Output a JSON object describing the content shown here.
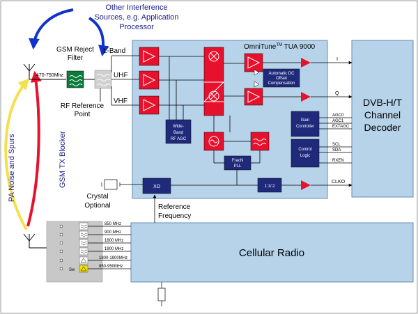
{
  "interference": {
    "line1": "Other Interference",
    "line2": "Sources, e.g. Application",
    "line3": "Processor"
  },
  "gsm_filter": {
    "line1": "GSM Reject",
    "line2": "Filter"
  },
  "freq_range": "470-750Mhz",
  "rf_reference": {
    "line1": "RF Reference",
    "line2": "Point"
  },
  "side_labels": {
    "pa_noise": "PA Noise and Spurs",
    "gsm_tx": "GSM TX Blocker"
  },
  "crystal": {
    "line1": "Crystal",
    "line2": "Optional"
  },
  "reference_freq": {
    "line1": "Reference",
    "line2": "Frequency"
  },
  "chip": {
    "title_prefix": "OmniTune",
    "title_tm": "TM",
    "title_suffix": " TUA 9000"
  },
  "bands": {
    "lband": "L-Band",
    "uhf": "UHF",
    "vhf": "VHF"
  },
  "blocks": {
    "agc": {
      "line1": "Wide-",
      "line2": "Band",
      "line3": "RF AGC"
    },
    "dc": {
      "line1": "Automatic DC",
      "line2": "Offset",
      "line3": "Compensation"
    },
    "gain": {
      "line1": "Gain",
      "line2": "Controller"
    },
    "control": {
      "line1": "Control",
      "line2": "Logic"
    },
    "pll": {
      "line1": "FracN",
      "line2": "PLL"
    },
    "xo": "XO",
    "divider": "1:1/:2"
  },
  "signals": {
    "i": "I",
    "q": "Q",
    "agc0": "AGC0",
    "agc1": "AGC1",
    "extagc": "EXTAGC",
    "scl": "SCL",
    "sda": "SDA",
    "rxen": "RXEN",
    "clko": "CLKO"
  },
  "decoder": {
    "line1": "DVB-H/T",
    "line2": "Channel",
    "line3": "Decoder"
  },
  "cellular": "Cellular Radio",
  "filter_bank": {
    "items": [
      "850 MHz",
      "900 MHz",
      "1800 MHz",
      "1900 MHz",
      "1800-1900MHz",
      "850-950MHz"
    ],
    "sw_label": "Sw"
  },
  "colors": {
    "chip_bg": "#b6d3ea",
    "block_navy": "#1f2a7a",
    "amp_red": "#e8112d",
    "filter_green": "#0b7a3a",
    "arrow_blue": "#1133cc",
    "arrow_red": "#e8112d",
    "arrow_yellow": "#f4e04d",
    "label_navy": "#1a1a8c"
  }
}
